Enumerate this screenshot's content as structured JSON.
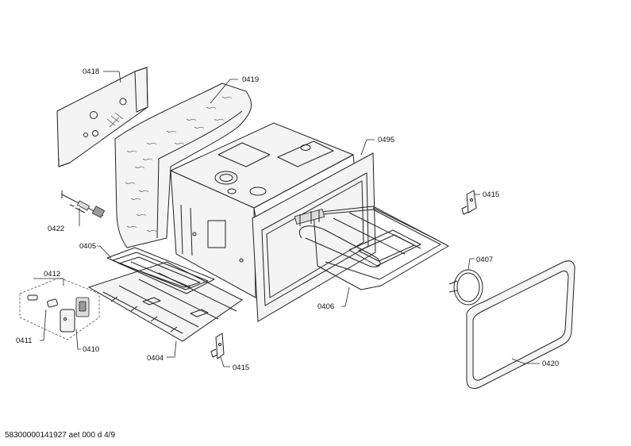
{
  "parts": {
    "p0418": "0418",
    "p0419": "0419",
    "p0495": "0495",
    "p0415a": "0415",
    "p0422": "0422",
    "p0405": "0405",
    "p0412": "0412",
    "p0407": "0407",
    "p0406": "0406",
    "p0411": "0411",
    "p0410": "0410",
    "p0404": "0404",
    "p0415b": "0415",
    "p0420": "0420"
  },
  "footer": {
    "doc_ref": "58300000141927 aet 000 d 4/9"
  }
}
